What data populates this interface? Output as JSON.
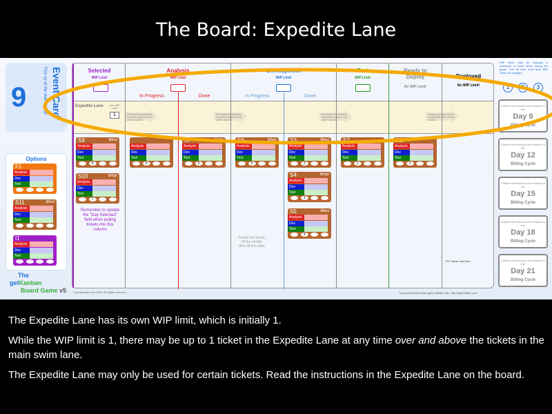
{
  "slide": {
    "title": "The Board: Expedite Lane",
    "p1": "The Expedite Lane has its own WIP limit, which is initially 1.",
    "p2a": "While the WIP limit is 1, there may be up to 1 ticket in the Expedite Lane at any time ",
    "p2em": "over and above",
    "p2b": " the tickets in the main swim lane.",
    "p3": "The Expedite Lane may only be used for certain tickets. Read the instructions in the Expedite Lane on the board."
  },
  "board": {
    "event": {
      "number": "9",
      "label": "Event Card",
      "sub": "Pick up at the start of day!"
    },
    "options": {
      "title": "Options",
      "items": [
        {
          "id": "F1",
          "color": "#f07810"
        },
        {
          "id": "S11",
          "color": "#b5652f",
          "value": "$Med"
        },
        {
          "id": "I1",
          "color": "#a020c8"
        }
      ]
    },
    "logo": {
      "the": "The",
      "get": "get",
      "kanban": "Kanban",
      "game": "Board Game",
      "ver": "v5"
    },
    "columns": {
      "selected": "Selected",
      "analysis": "Analysis",
      "development": "Development",
      "test": "Test",
      "ready": "Ready to Deploy",
      "deployed": "Deployed",
      "wip_label": "WIP Limit",
      "no_wip": "No WIP Limit!",
      "in_progress": "In Progress",
      "done": "Done"
    },
    "expedite": {
      "title": "Expedite Lane",
      "lane_wip": "Lane WIP Limit",
      "wip_value": "1",
      "arrow1": "Pull tickets immediately. Expedited tickets do not wait in queues.",
      "arrow2": "Deploy expedited tickets immediately after Testing is done."
    },
    "reminder": "Remember to update the \"Day Selected\" field when pulling tickets into this column",
    "fold": "To fold this board, lift the middle then lift the sides",
    "row_labels": [
      "Analysis",
      "Dev",
      "Test"
    ],
    "tickets": [
      {
        "id": "S9",
        "value": "$Med",
        "day": "4"
      },
      {
        "id": "S10",
        "value": "$High",
        "day": "7"
      },
      {
        "id": "",
        "value": "",
        "day": "6"
      },
      {
        "id": "S7",
        "value": "$High",
        "day": "5"
      },
      {
        "id": "S6",
        "value": "$High",
        "day": "6"
      },
      {
        "id": "S3",
        "value": "$Med",
        "day": "2"
      },
      {
        "id": "S4",
        "value": "$High",
        "day": "3"
      },
      {
        "id": "S5",
        "value": "$Med",
        "day": "3"
      },
      {
        "id": "S2",
        "value": "",
        "day": "1"
      },
      {
        "id": "S1",
        "value": "",
        "day": "1"
      }
    ],
    "wip_note": "WIP limits may be changed a maximum of three times during the game. Tick off here each time WIP limits are changed.",
    "circles": [
      "1",
      "2",
      "3"
    ],
    "days": [
      {
        "day": "Day 9"
      },
      {
        "day": "Day 12"
      },
      {
        "day": "Day 15"
      },
      {
        "day": "Day 18"
      },
      {
        "day": "Day 21"
      }
    ],
    "collect": "Collect here tickets to be included in the",
    "billing": "Billing Cycle",
    "cfd_note": "CFD Tracker: start here",
    "copyright": "© getKanban.com 2015. All rights reserved.",
    "purchase": "To purchase this board game please visit : http://getkanban.com"
  }
}
